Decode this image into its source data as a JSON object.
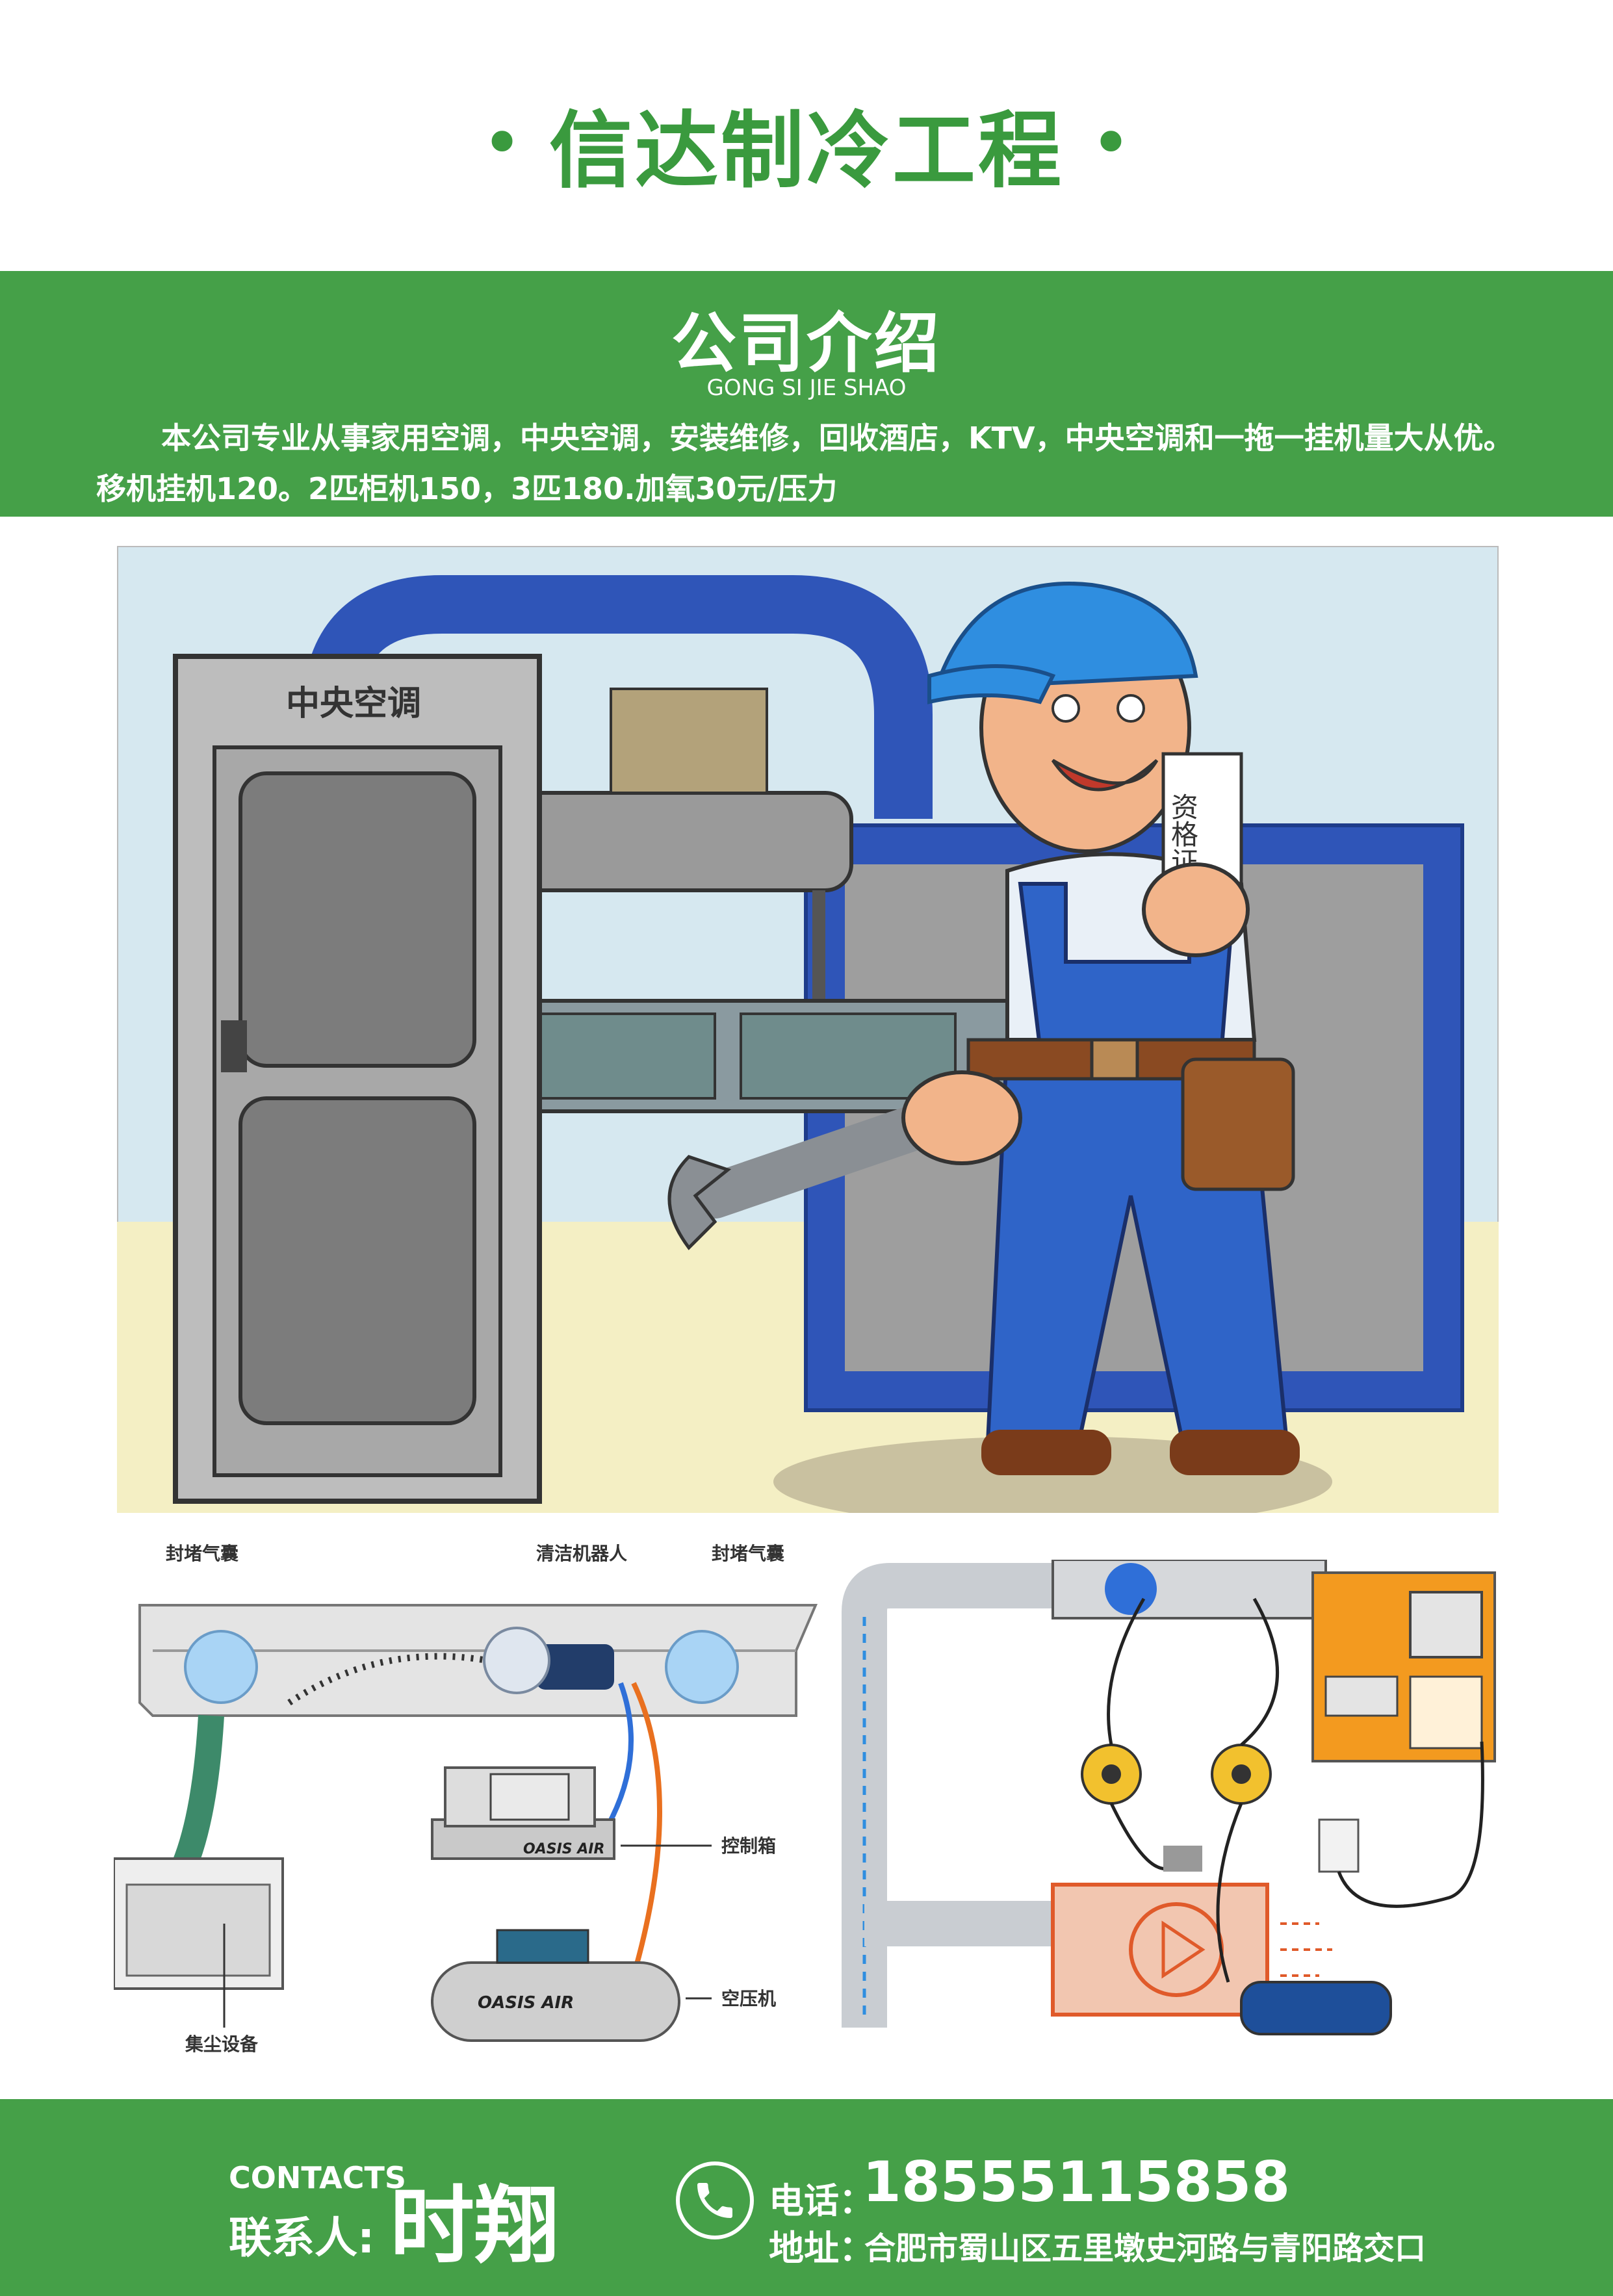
{
  "header": {
    "dot_left": "•",
    "title": "信达制冷工程",
    "dot_right": "•"
  },
  "intro": {
    "heading": "公司介绍",
    "pinyin": "GONG SI JIE SHAO",
    "body": "本公司专业从事家用空调，中央空调，安装维修，回收酒店，KTV，中央空调和一拖一挂机量大从优。移机挂机120。2匹柜机150，3匹180.加氧30元/压力"
  },
  "cartoon": {
    "cabinet_label": "中央空调",
    "certificate_text": "资格证"
  },
  "diagram_left": {
    "label_seal_left": "封堵气囊",
    "label_robot": "清洁机器人",
    "label_seal_right": "封堵气囊",
    "label_controller": "控制箱",
    "label_compressor": "空压机",
    "label_dust": "集尘设备",
    "brand_controller": "OASIS AIR",
    "brand_compressor": "OASIS AIR"
  },
  "footer": {
    "contacts_en": "CONTACTS",
    "contact_label": "联系人:",
    "contact_name": "时翔",
    "phone_label": "电话：",
    "phone": "18555115858",
    "address_label": "地址：",
    "address": "合肥市蜀山区五里墩史河路与青阳路交口"
  },
  "colors": {
    "green": "#45a048",
    "title_green": "#3a9a3e"
  }
}
